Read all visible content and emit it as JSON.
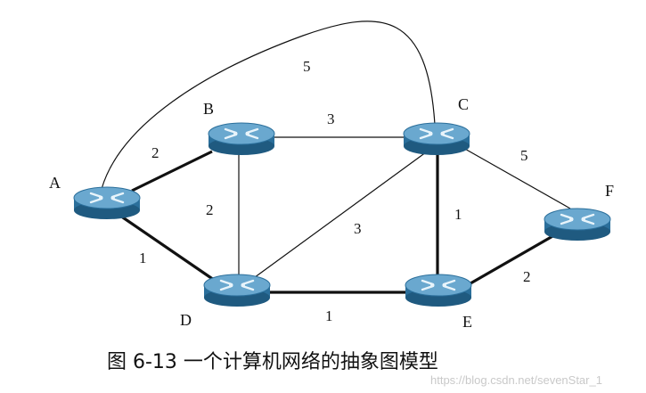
{
  "caption": "图 6-13 一个计算机网络的抽象图模型",
  "watermark": "https://blog.csdn.net/sevenStar_1",
  "colors": {
    "router_body": "#2b6f9b",
    "router_top": "#6aa8cf",
    "router_highlight": "#d6ebf7",
    "edge": "#111111"
  },
  "nodes": [
    {
      "id": "A",
      "label": "A",
      "icon": "router-icon"
    },
    {
      "id": "B",
      "label": "B",
      "icon": "router-icon"
    },
    {
      "id": "C",
      "label": "C",
      "icon": "router-icon"
    },
    {
      "id": "D",
      "label": "D",
      "icon": "router-icon"
    },
    {
      "id": "E",
      "label": "E",
      "icon": "router-icon"
    },
    {
      "id": "F",
      "label": "F",
      "icon": "router-icon"
    }
  ],
  "edges": [
    {
      "id": "A-B",
      "from": "A",
      "to": "B",
      "weight": "2",
      "style": "thick"
    },
    {
      "id": "A-D",
      "from": "A",
      "to": "D",
      "weight": "1",
      "style": "thick"
    },
    {
      "id": "A-C",
      "from": "A",
      "to": "C",
      "weight": "5",
      "style": "thin-curved"
    },
    {
      "id": "B-C",
      "from": "B",
      "to": "C",
      "weight": "3",
      "style": "thin"
    },
    {
      "id": "B-D",
      "from": "B",
      "to": "D",
      "weight": "2",
      "style": "thin"
    },
    {
      "id": "C-D",
      "from": "C",
      "to": "D",
      "weight": "3",
      "style": "thin"
    },
    {
      "id": "C-E",
      "from": "C",
      "to": "E",
      "weight": "1",
      "style": "thick"
    },
    {
      "id": "C-F",
      "from": "C",
      "to": "F",
      "weight": "5",
      "style": "thin"
    },
    {
      "id": "D-E",
      "from": "D",
      "to": "E",
      "weight": "1",
      "style": "thick"
    },
    {
      "id": "E-F",
      "from": "E",
      "to": "F",
      "weight": "2",
      "style": "thick"
    }
  ]
}
